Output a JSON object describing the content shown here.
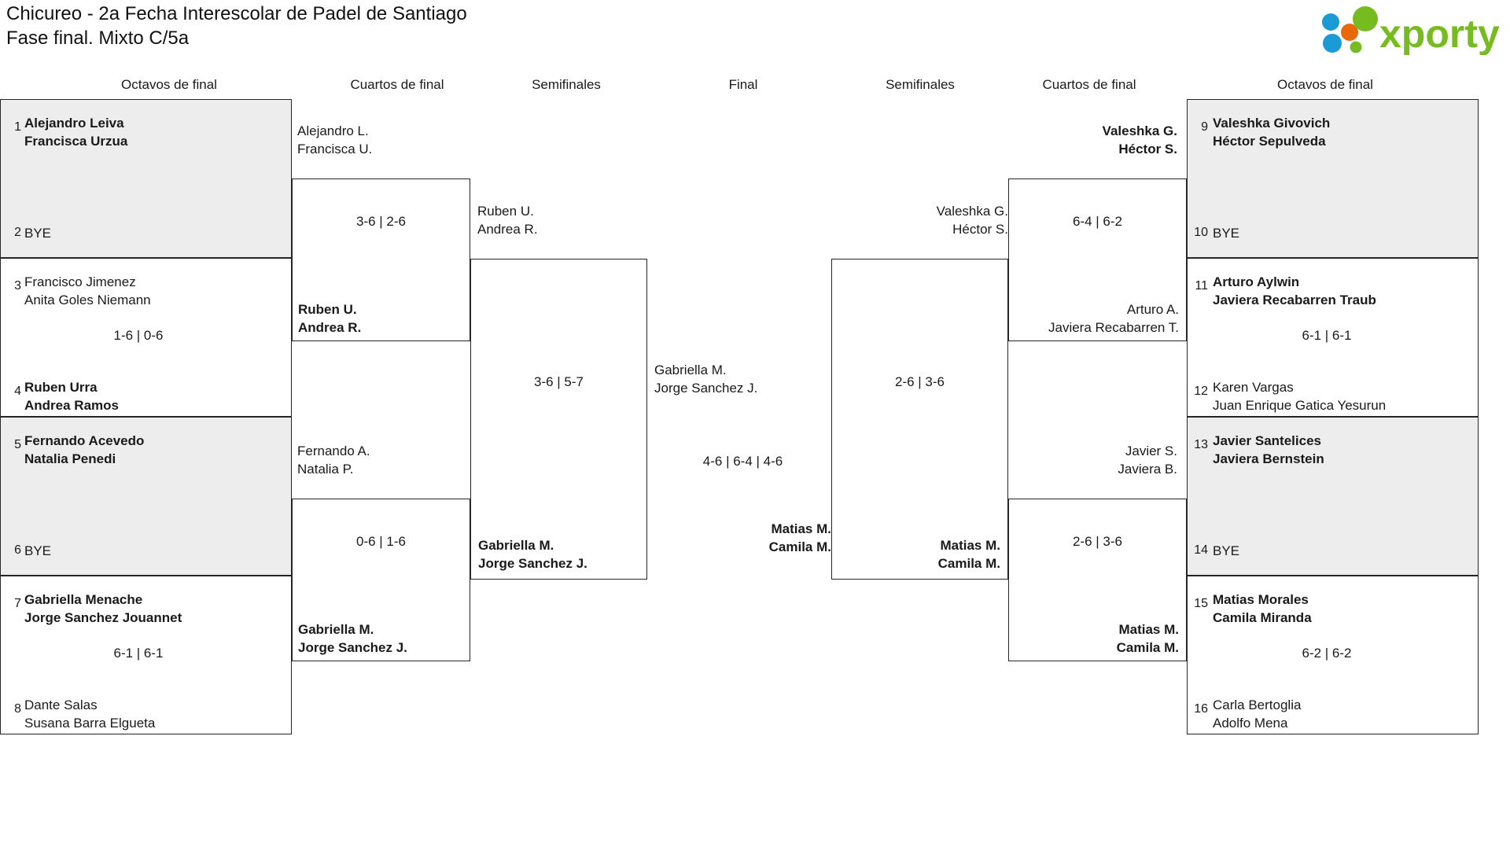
{
  "header": {
    "title_line1": "Chicureo - 2a Fecha Interescolar de Padel de Santiago",
    "title_line2": "Fase final. Mixto C/5a",
    "logo_text": "xporty",
    "logo_colors": {
      "green": "#76bc21",
      "blue": "#1b9ad6",
      "orange": "#e8690b"
    }
  },
  "round_headers": [
    {
      "label": "Octavos de final"
    },
    {
      "label": "Cuartos de final"
    },
    {
      "label": "Semifinales"
    },
    {
      "label": "Final"
    },
    {
      "label": "Semifinales"
    },
    {
      "label": "Cuartos de final"
    },
    {
      "label": "Octavos de final"
    }
  ],
  "colors": {
    "shaded_row": "#ededed",
    "border": "#262626",
    "text": "#1a1a1a"
  },
  "left": {
    "octavos": [
      {
        "seed": "1",
        "p1": "Alejandro Leiva",
        "p2": "Francisca Urzua",
        "winner": true
      },
      {
        "seed": "2",
        "p1": "BYE",
        "p2": "",
        "winner": false
      },
      {
        "seed": "3",
        "p1": "Francisco Jimenez",
        "p2": "Anita Goles Niemann",
        "winner": false
      },
      {
        "seed": "4",
        "p1": "Ruben Urra",
        "p2": "Andrea Ramos",
        "winner": true
      },
      {
        "seed": "5",
        "p1": "Fernando Acevedo",
        "p2": "Natalia Penedi",
        "winner": true
      },
      {
        "seed": "6",
        "p1": "BYE",
        "p2": "",
        "winner": false
      },
      {
        "seed": "7",
        "p1": "Gabriella Menache",
        "p2": "Jorge Sanchez Jouannet",
        "winner": true
      },
      {
        "seed": "8",
        "p1": "Dante Salas",
        "p2": "Susana Barra Elgueta",
        "winner": false
      }
    ],
    "octavos_scores": [
      {
        "value": "1-6 | 0-6"
      },
      {
        "value": "6-1 | 6-1"
      }
    ],
    "cuartos": [
      {
        "top_p1": "Alejandro L.",
        "top_p2": "Francisca U.",
        "top_winner": false,
        "score": "3-6 | 2-6",
        "bot_p1": "Ruben U.",
        "bot_p2": "Andrea R.",
        "bot_winner": true
      },
      {
        "top_p1": "Fernando A.",
        "top_p2": "Natalia P.",
        "top_winner": false,
        "score": "0-6 | 1-6",
        "bot_p1": "Gabriella M.",
        "bot_p2": "Jorge Sanchez J.",
        "bot_winner": true
      }
    ],
    "semifinal": {
      "top_p1": "Ruben U.",
      "top_p2": "Andrea R.",
      "top_winner": false,
      "score": "3-6 | 5-7",
      "bot_p1": "Gabriella M.",
      "bot_p2": "Jorge Sanchez J.",
      "bot_winner": true
    }
  },
  "final": {
    "left_p1": "Gabriella M.",
    "left_p2": "Jorge Sanchez J.",
    "left_winner": false,
    "score": "4-6 | 6-4 | 4-6",
    "right_p1": "Matias M.",
    "right_p2": "Camila M.",
    "right_winner": true
  },
  "right": {
    "octavos": [
      {
        "seed": "9",
        "p1": "Valeshka Givovich",
        "p2": "Héctor Sepulveda",
        "winner": true
      },
      {
        "seed": "10",
        "p1": "BYE",
        "p2": "",
        "winner": false
      },
      {
        "seed": "11",
        "p1": "Arturo Aylwin",
        "p2": "Javiera Recabarren Traub",
        "winner": true
      },
      {
        "seed": "12",
        "p1": "Karen Vargas",
        "p2": "Juan Enrique Gatica Yesurun",
        "winner": false
      },
      {
        "seed": "13",
        "p1": "Javier Santelices",
        "p2": "Javiera Bernstein",
        "winner": true
      },
      {
        "seed": "14",
        "p1": "BYE",
        "p2": "",
        "winner": false
      },
      {
        "seed": "15",
        "p1": "Matias Morales",
        "p2": "Camila Miranda",
        "winner": true
      },
      {
        "seed": "16",
        "p1": "Carla Bertoglia",
        "p2": "Adolfo Mena",
        "winner": false
      }
    ],
    "octavos_scores": [
      {
        "value": "6-1 | 6-1"
      },
      {
        "value": "6-2 | 6-2"
      }
    ],
    "cuartos": [
      {
        "top_p1": "Valeshka G.",
        "top_p2": "Héctor S.",
        "top_winner": true,
        "score": "6-4 | 6-2",
        "bot_p1": "Arturo A.",
        "bot_p2": "Javiera Recabarren T.",
        "bot_winner": false
      },
      {
        "top_p1": "Javier S.",
        "top_p2": "Javiera B.",
        "top_winner": false,
        "score": "2-6 | 3-6",
        "bot_p1": "Matias M.",
        "bot_p2": "Camila M.",
        "bot_winner": true
      }
    ],
    "semifinal": {
      "top_p1": "Valeshka G.",
      "top_p2": "Héctor S.",
      "top_winner": false,
      "score": "2-6 | 3-6",
      "bot_p1": "Matias M.",
      "bot_p2": "Camila M.",
      "bot_winner": true
    }
  }
}
